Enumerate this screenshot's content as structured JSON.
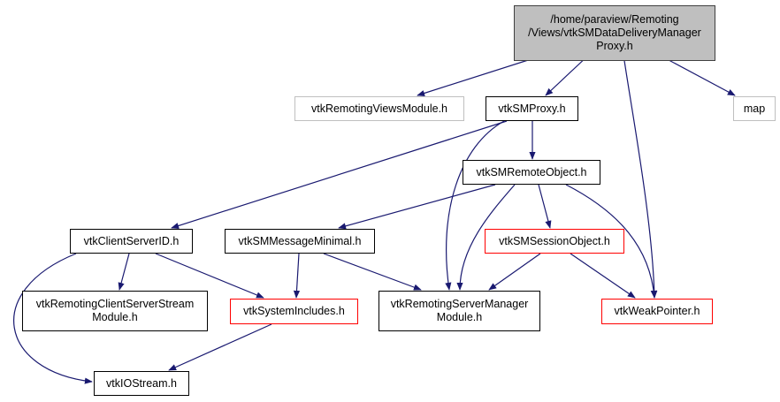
{
  "colors": {
    "edge": "#191970",
    "root_fill": "#bfbfbf",
    "truncated_border": "#ff0000",
    "external_border": "#bfbfbf"
  },
  "nodes": {
    "root": "/home/paraview/Remoting\n/Views/vtkSMDataDeliveryManager\nProxy.h",
    "views_module": "vtkRemotingViewsModule.h",
    "sm_proxy": "vtkSMProxy.h",
    "map": "map",
    "remote_object": "vtkSMRemoteObject.h",
    "client_server_id": "vtkClientServerID.h",
    "message_minimal": "vtkSMMessageMinimal.h",
    "session_object": "vtkSMSessionObject.h",
    "cs_stream_module": "vtkRemotingClientServerStream\nModule.h",
    "system_includes": "vtkSystemIncludes.h",
    "server_manager_module": "vtkRemotingServerManager\nModule.h",
    "weak_pointer": "vtkWeakPointer.h",
    "io_stream": "vtkIOStream.h"
  },
  "edges": [
    [
      "root",
      "views_module"
    ],
    [
      "root",
      "sm_proxy"
    ],
    [
      "root",
      "weak_pointer"
    ],
    [
      "root",
      "map"
    ],
    [
      "sm_proxy",
      "client_server_id"
    ],
    [
      "sm_proxy",
      "server_manager_module"
    ],
    [
      "sm_proxy",
      "remote_object"
    ],
    [
      "remote_object",
      "message_minimal"
    ],
    [
      "remote_object",
      "server_manager_module"
    ],
    [
      "remote_object",
      "session_object"
    ],
    [
      "remote_object",
      "weak_pointer"
    ],
    [
      "client_server_id",
      "io_stream"
    ],
    [
      "client_server_id",
      "cs_stream_module"
    ],
    [
      "client_server_id",
      "system_includes"
    ],
    [
      "message_minimal",
      "system_includes"
    ],
    [
      "message_minimal",
      "server_manager_module"
    ],
    [
      "session_object",
      "server_manager_module"
    ],
    [
      "session_object",
      "weak_pointer"
    ],
    [
      "system_includes",
      "io_stream"
    ]
  ]
}
